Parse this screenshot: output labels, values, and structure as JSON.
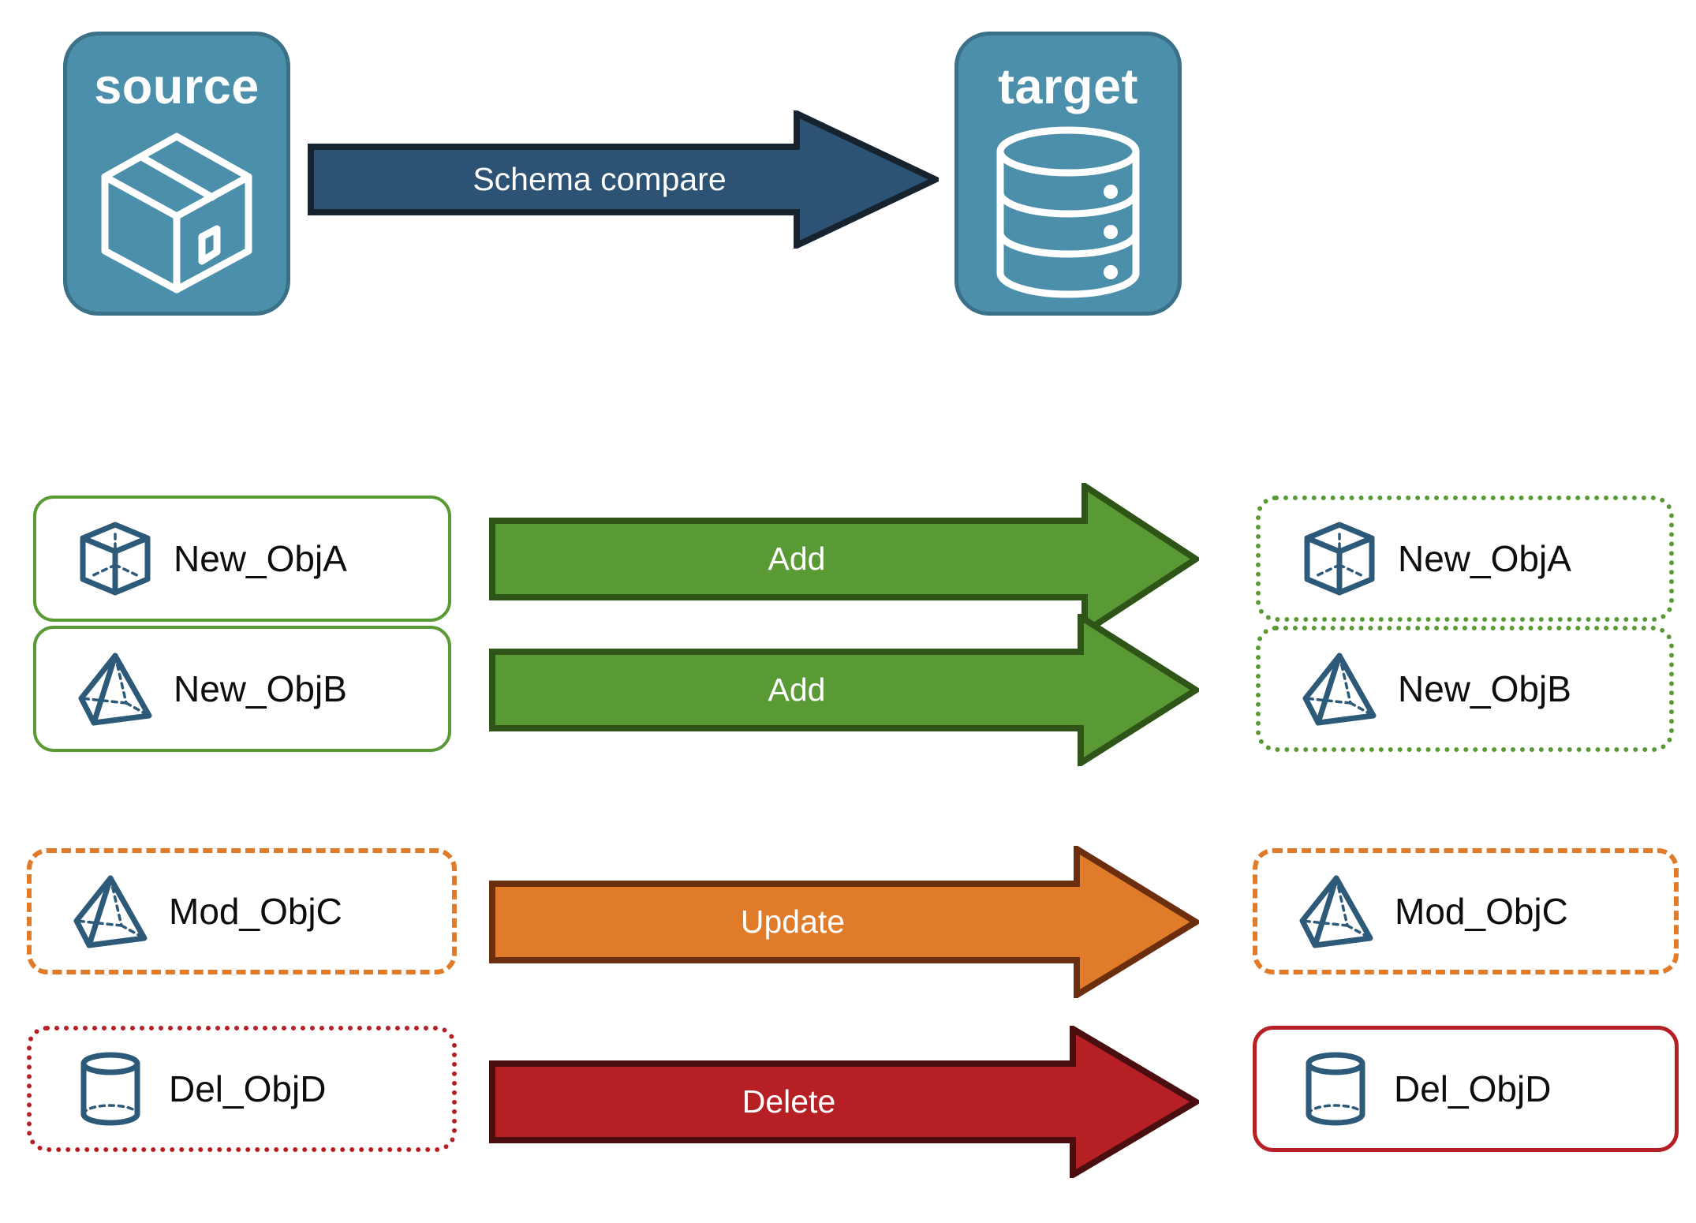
{
  "diagram": {
    "title_text": "Schema compare",
    "endpoints": [
      {
        "id": "source",
        "label": "source",
        "icon": "package-box-icon"
      },
      {
        "id": "target",
        "label": "target",
        "icon": "database-cylinder-icon"
      }
    ],
    "compare_arrow": {
      "label": "Schema compare",
      "fill": "#2c5374",
      "stroke": "#16222e",
      "text_color": "#ffffff"
    },
    "rows": [
      {
        "action": "Add",
        "arrow_fill": "#5a9a35",
        "arrow_stroke": "#2f5418",
        "source": {
          "label": "New_ObjA",
          "icon": "wireframe-cube-icon",
          "border_style": "solid",
          "border_color": "#5a9a35"
        },
        "target": {
          "label": "New_ObjA",
          "icon": "wireframe-cube-icon",
          "border_style": "dotted",
          "border_color": "#5a9a35"
        }
      },
      {
        "action": "Add",
        "arrow_fill": "#5a9a35",
        "arrow_stroke": "#2f5418",
        "source": {
          "label": "New_ObjB",
          "icon": "wireframe-pyramid-icon",
          "border_style": "solid",
          "border_color": "#5a9a35"
        },
        "target": {
          "label": "New_ObjB",
          "icon": "wireframe-pyramid-icon",
          "border_style": "dotted",
          "border_color": "#5a9a35"
        }
      },
      {
        "action": "Update",
        "arrow_fill": "#e07b29",
        "arrow_stroke": "#6b2f10",
        "source": {
          "label": "Mod_ObjC",
          "icon": "wireframe-pyramid-icon",
          "border_style": "dashed",
          "border_color": "#e07b29"
        },
        "target": {
          "label": "Mod_ObjC",
          "icon": "wireframe-pyramid-icon",
          "border_style": "dashed",
          "border_color": "#e07b29"
        }
      },
      {
        "action": "Delete",
        "arrow_fill": "#b62025",
        "arrow_stroke": "#4a0d10",
        "source": {
          "label": "Del_ObjD",
          "icon": "wireframe-cylinder-icon",
          "border_style": "dotted",
          "border_color": "#b62025"
        },
        "target": {
          "label": "Del_ObjD",
          "icon": "wireframe-cylinder-icon",
          "border_style": "solid",
          "border_color": "#b62025"
        }
      }
    ],
    "colors": {
      "endpoint_fill": "#4b8fab",
      "endpoint_stroke": "#3a7189",
      "icon_blue": "#2e5a79",
      "add_green": "#5a9a35",
      "update_orange": "#e07b29",
      "delete_red": "#b62025",
      "compare_blue": "#2c5374",
      "background": "#ffffff"
    }
  }
}
